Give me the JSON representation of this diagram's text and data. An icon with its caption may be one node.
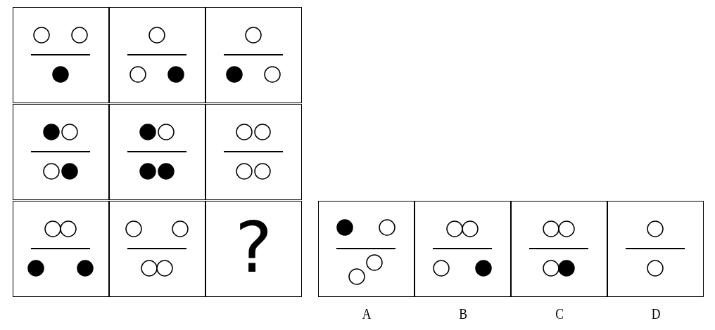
{
  "diagram": {
    "labels": [
      "?",
      "A",
      "B",
      "C",
      "D"
    ]
  }
}
